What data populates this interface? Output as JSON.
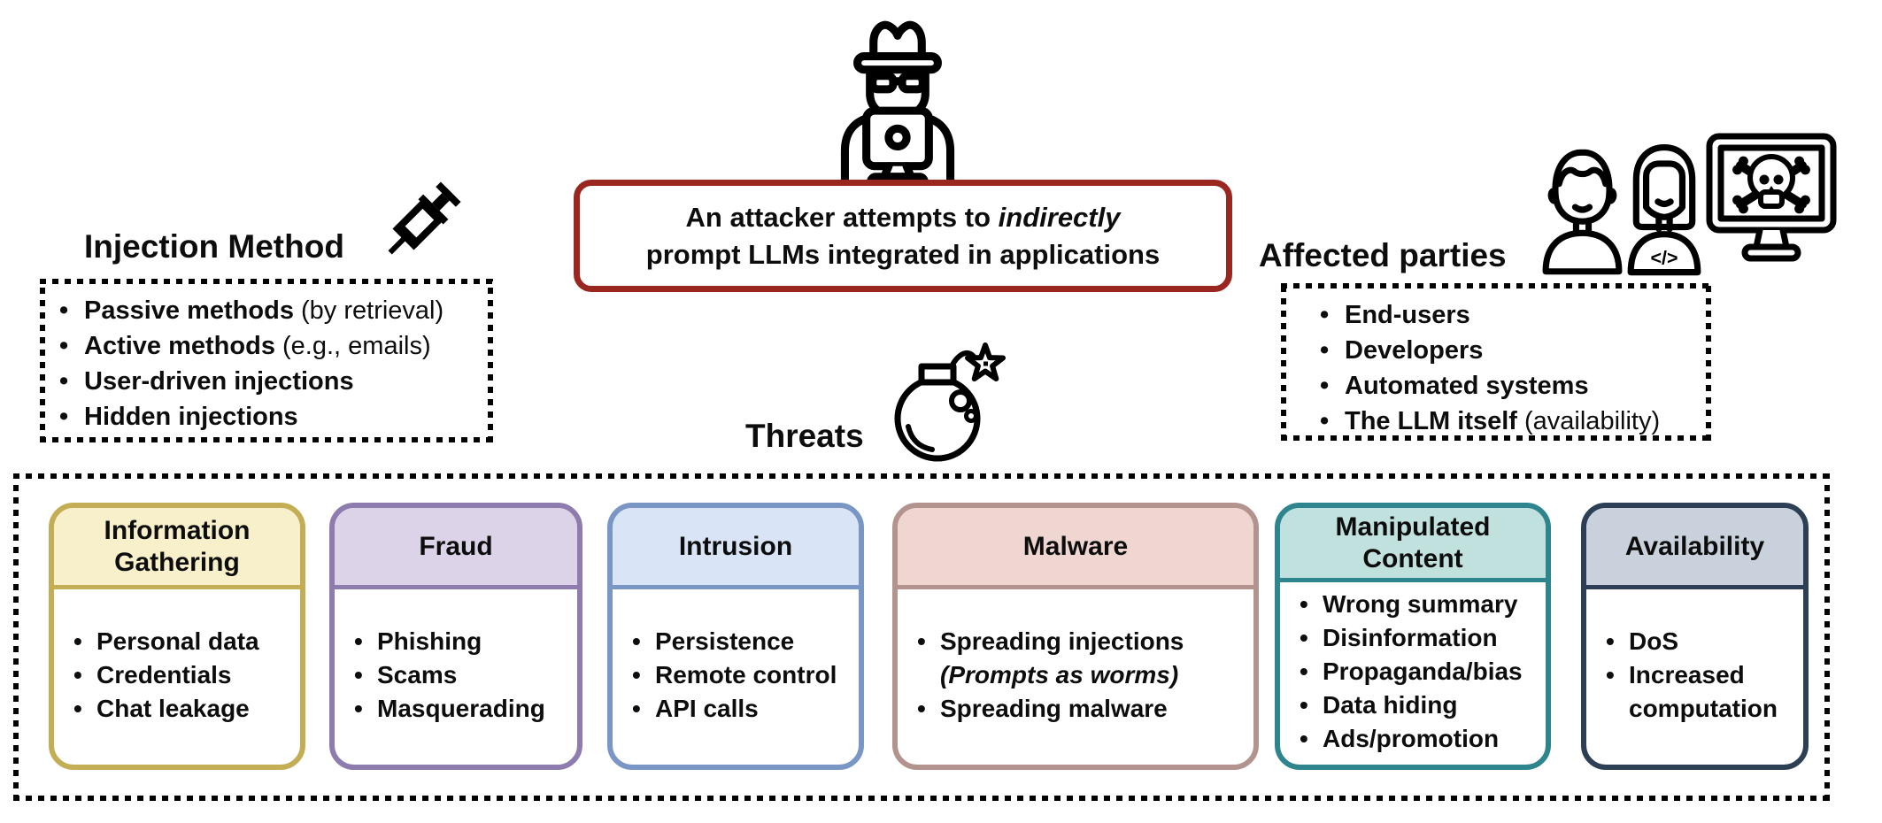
{
  "attacker_box": {
    "line1_pre": "An attacker attempts to ",
    "line1_em": "indirectly",
    "line2": "prompt LLMs integrated in applications",
    "border_color": "#9a2620"
  },
  "injection_method": {
    "title": "Injection Method",
    "items": [
      {
        "bold": "Passive methods",
        "rest": " (by retrieval)"
      },
      {
        "bold": "Active methods",
        "rest": " (e.g., emails)"
      },
      {
        "bold": "User-driven injections",
        "rest": ""
      },
      {
        "bold": "Hidden injections",
        "rest": ""
      }
    ]
  },
  "affected_parties": {
    "title": "Affected parties",
    "items": [
      {
        "bold": "End-users",
        "rest": ""
      },
      {
        "bold": "Developers",
        "rest": ""
      },
      {
        "bold": "Automated systems",
        "rest": ""
      },
      {
        "bold": "The LLM itself",
        "rest": " (availability)"
      }
    ]
  },
  "threats": {
    "label": "Threats",
    "cards": [
      {
        "title": "Information Gathering",
        "border": "#c3ae56",
        "bg": "#f8f0ca",
        "items": [
          {
            "text": "Personal data"
          },
          {
            "text": "Credentials"
          },
          {
            "text": "Chat leakage"
          }
        ]
      },
      {
        "title": "Fraud",
        "border": "#8f7cae",
        "bg": "#ddd3e8",
        "items": [
          {
            "text": "Phishing"
          },
          {
            "text": "Scams"
          },
          {
            "text": "Masquerading"
          }
        ]
      },
      {
        "title": "Intrusion",
        "border": "#7a96c5",
        "bg": "#d9e4f6",
        "items": [
          {
            "text": "Persistence"
          },
          {
            "text": "Remote control"
          },
          {
            "text": "API calls"
          }
        ]
      },
      {
        "title": "Malware",
        "border": "#b2938e",
        "bg": "#f0d6d1",
        "items": [
          {
            "text": "Spreading injections",
            "note": "(Prompts as worms)"
          },
          {
            "text": "Spreading malware"
          }
        ]
      },
      {
        "title": "Manipulated Content",
        "border": "#2f858d",
        "bg": "#c1e1de",
        "items": [
          {
            "text": "Wrong summary"
          },
          {
            "text": "Disinformation"
          },
          {
            "text": "Propaganda/bias"
          },
          {
            "text": "Data hiding"
          },
          {
            "text": "Ads/promotion"
          }
        ]
      },
      {
        "title": "Availability",
        "border": "#2c3f55",
        "bg": "#c9d2dc",
        "items": [
          {
            "text": "DoS"
          },
          {
            "text": "Increased computation"
          }
        ]
      }
    ]
  },
  "icons": {
    "attacker": "spy-at-laptop-icon",
    "syringe": "syringe-icon",
    "bomb": "bomb-icon",
    "man": "man-user-icon",
    "woman": "woman-developer-icon",
    "monitor": "skull-monitor-icon",
    "woman_dev_badge": "</>"
  }
}
